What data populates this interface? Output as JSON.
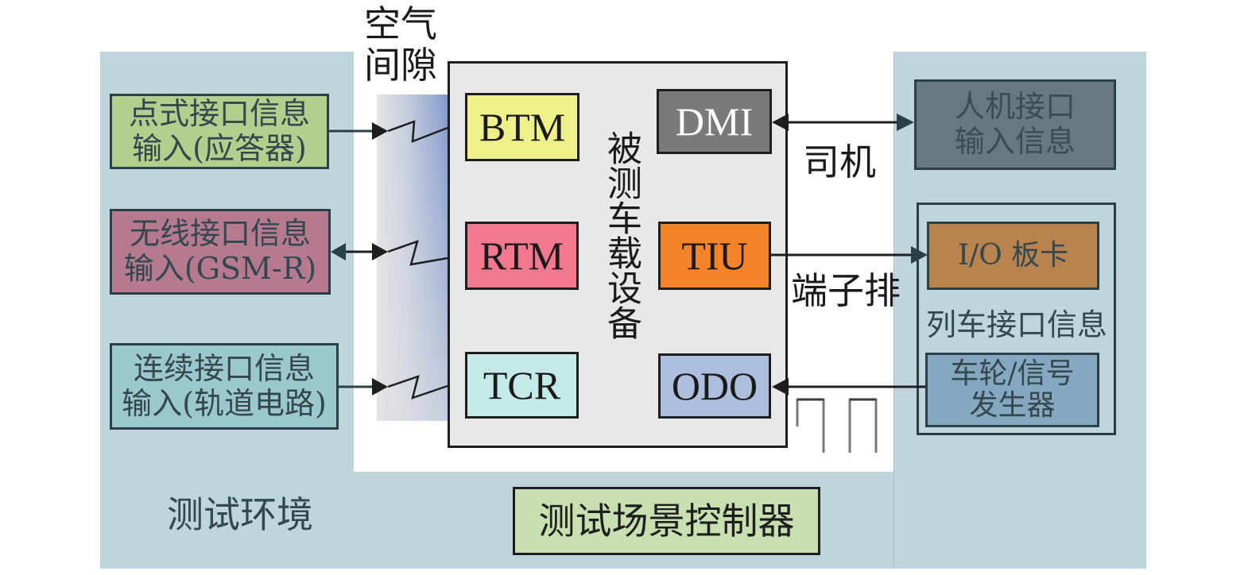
{
  "air_gap": {
    "label_line1": "空气",
    "label_line2": "间隙"
  },
  "test_environment": {
    "label": "测试环境",
    "colors": {
      "panel": "#bfd4dc"
    },
    "inputs": [
      {
        "line1": "点式接口信息",
        "line2": "输入(应答器)",
        "fill": "#b2cf8c",
        "arrow": "to-device"
      },
      {
        "line1": "无线接口信息",
        "line2": "输入(GSM-R)",
        "fill": "#b57a90",
        "arrow": "bidirectional"
      },
      {
        "line1": "连续接口信息",
        "line2": "输入(轨道电路)",
        "fill": "#9bc8cc",
        "arrow": "to-device"
      }
    ]
  },
  "device_under_test": {
    "title": "被测车载设备",
    "modules": [
      {
        "id": "btm",
        "label": "BTM",
        "fill": "#f0f08a",
        "text_color": "#1a1a1a"
      },
      {
        "id": "rtm",
        "label": "RTM",
        "fill": "#f2788f",
        "text_color": "#1a1a1a"
      },
      {
        "id": "tcr",
        "label": "TCR",
        "fill": "#c4eae8",
        "text_color": "#1a1a1a"
      },
      {
        "id": "dmi",
        "label": "DMI",
        "fill": "#7a7a7c",
        "text_color": "#ffffff"
      },
      {
        "id": "tiu",
        "label": "TIU",
        "fill": "#f48427",
        "text_color": "#1a1a1a"
      },
      {
        "id": "odo",
        "label": "ODO",
        "fill": "#aebfde",
        "text_color": "#1a1a1a"
      }
    ]
  },
  "connections": {
    "driver_label": "司机",
    "terminal_label": "端子排"
  },
  "right_side": {
    "hmi": {
      "line1": "人机接口",
      "line2": "输入信息",
      "fill": "#67797f"
    },
    "train_interface_group": {
      "label": "列车接口信息",
      "io_card": {
        "label": "I/O 板卡",
        "fill": "#b8834c"
      },
      "wheel_generator": {
        "line1": "车轮/信号",
        "line2": "发生器",
        "fill": "#85a7c0"
      }
    }
  },
  "controller": {
    "label": "测试场景控制器",
    "fill": "#cadfb0"
  }
}
